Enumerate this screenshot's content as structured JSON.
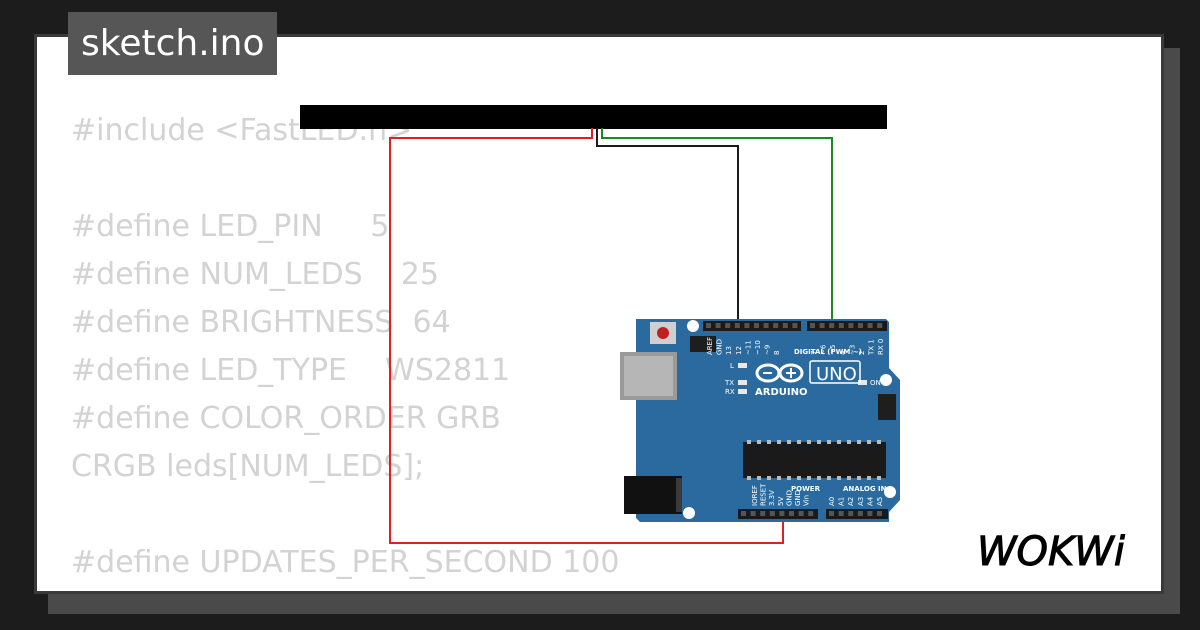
{
  "tab": {
    "filename": "sketch.ino"
  },
  "code_lines": [
    "#include <FastLED.h>",
    "",
    "#define LED_PIN     5",
    "#define NUM_LEDS    25",
    "#define BRIGHTNESS  64",
    "#define LED_TYPE    WS2811",
    "#define COLOR_ORDER GRB",
    "CRGB leds[NUM_LEDS];",
    "",
    "#define UPDATES_PER_SECOND 100"
  ],
  "board": {
    "model": "UNO",
    "brand": "ARDUINO",
    "digital_header_label": "DIGITAL (PWM ~)",
    "power_label": "POWER",
    "analog_label": "ANALOG IN",
    "on_label": "ON",
    "l_label": "L",
    "tx_label": "TX",
    "rx_label": "RX",
    "top_left_pins": [
      "AREF",
      "GND",
      "13",
      "12",
      "~11",
      "~10",
      "~9",
      "8"
    ],
    "top_right_pins": [
      "7",
      "~6",
      "~5",
      "4",
      "~3",
      "2",
      "TX 1",
      "RX 0"
    ],
    "power_pins": [
      "IOREF",
      "RESET",
      "3.3V",
      "5V",
      "GND",
      "GND",
      "Vin"
    ],
    "analog_pins": [
      "A0",
      "A1",
      "A2",
      "A3",
      "A4",
      "A5"
    ]
  },
  "wires": [
    {
      "name": "vcc-wire",
      "color": "#e02020"
    },
    {
      "name": "gnd-wire",
      "color": "#1a1a1a"
    },
    {
      "name": "data-wire",
      "color": "#1e8a1e"
    }
  ],
  "colors": {
    "board_blue": "#2a6a9e",
    "led_strip": "#000000",
    "code_text": "#d3d3d3"
  },
  "logo": {
    "text": "WOKWi"
  }
}
